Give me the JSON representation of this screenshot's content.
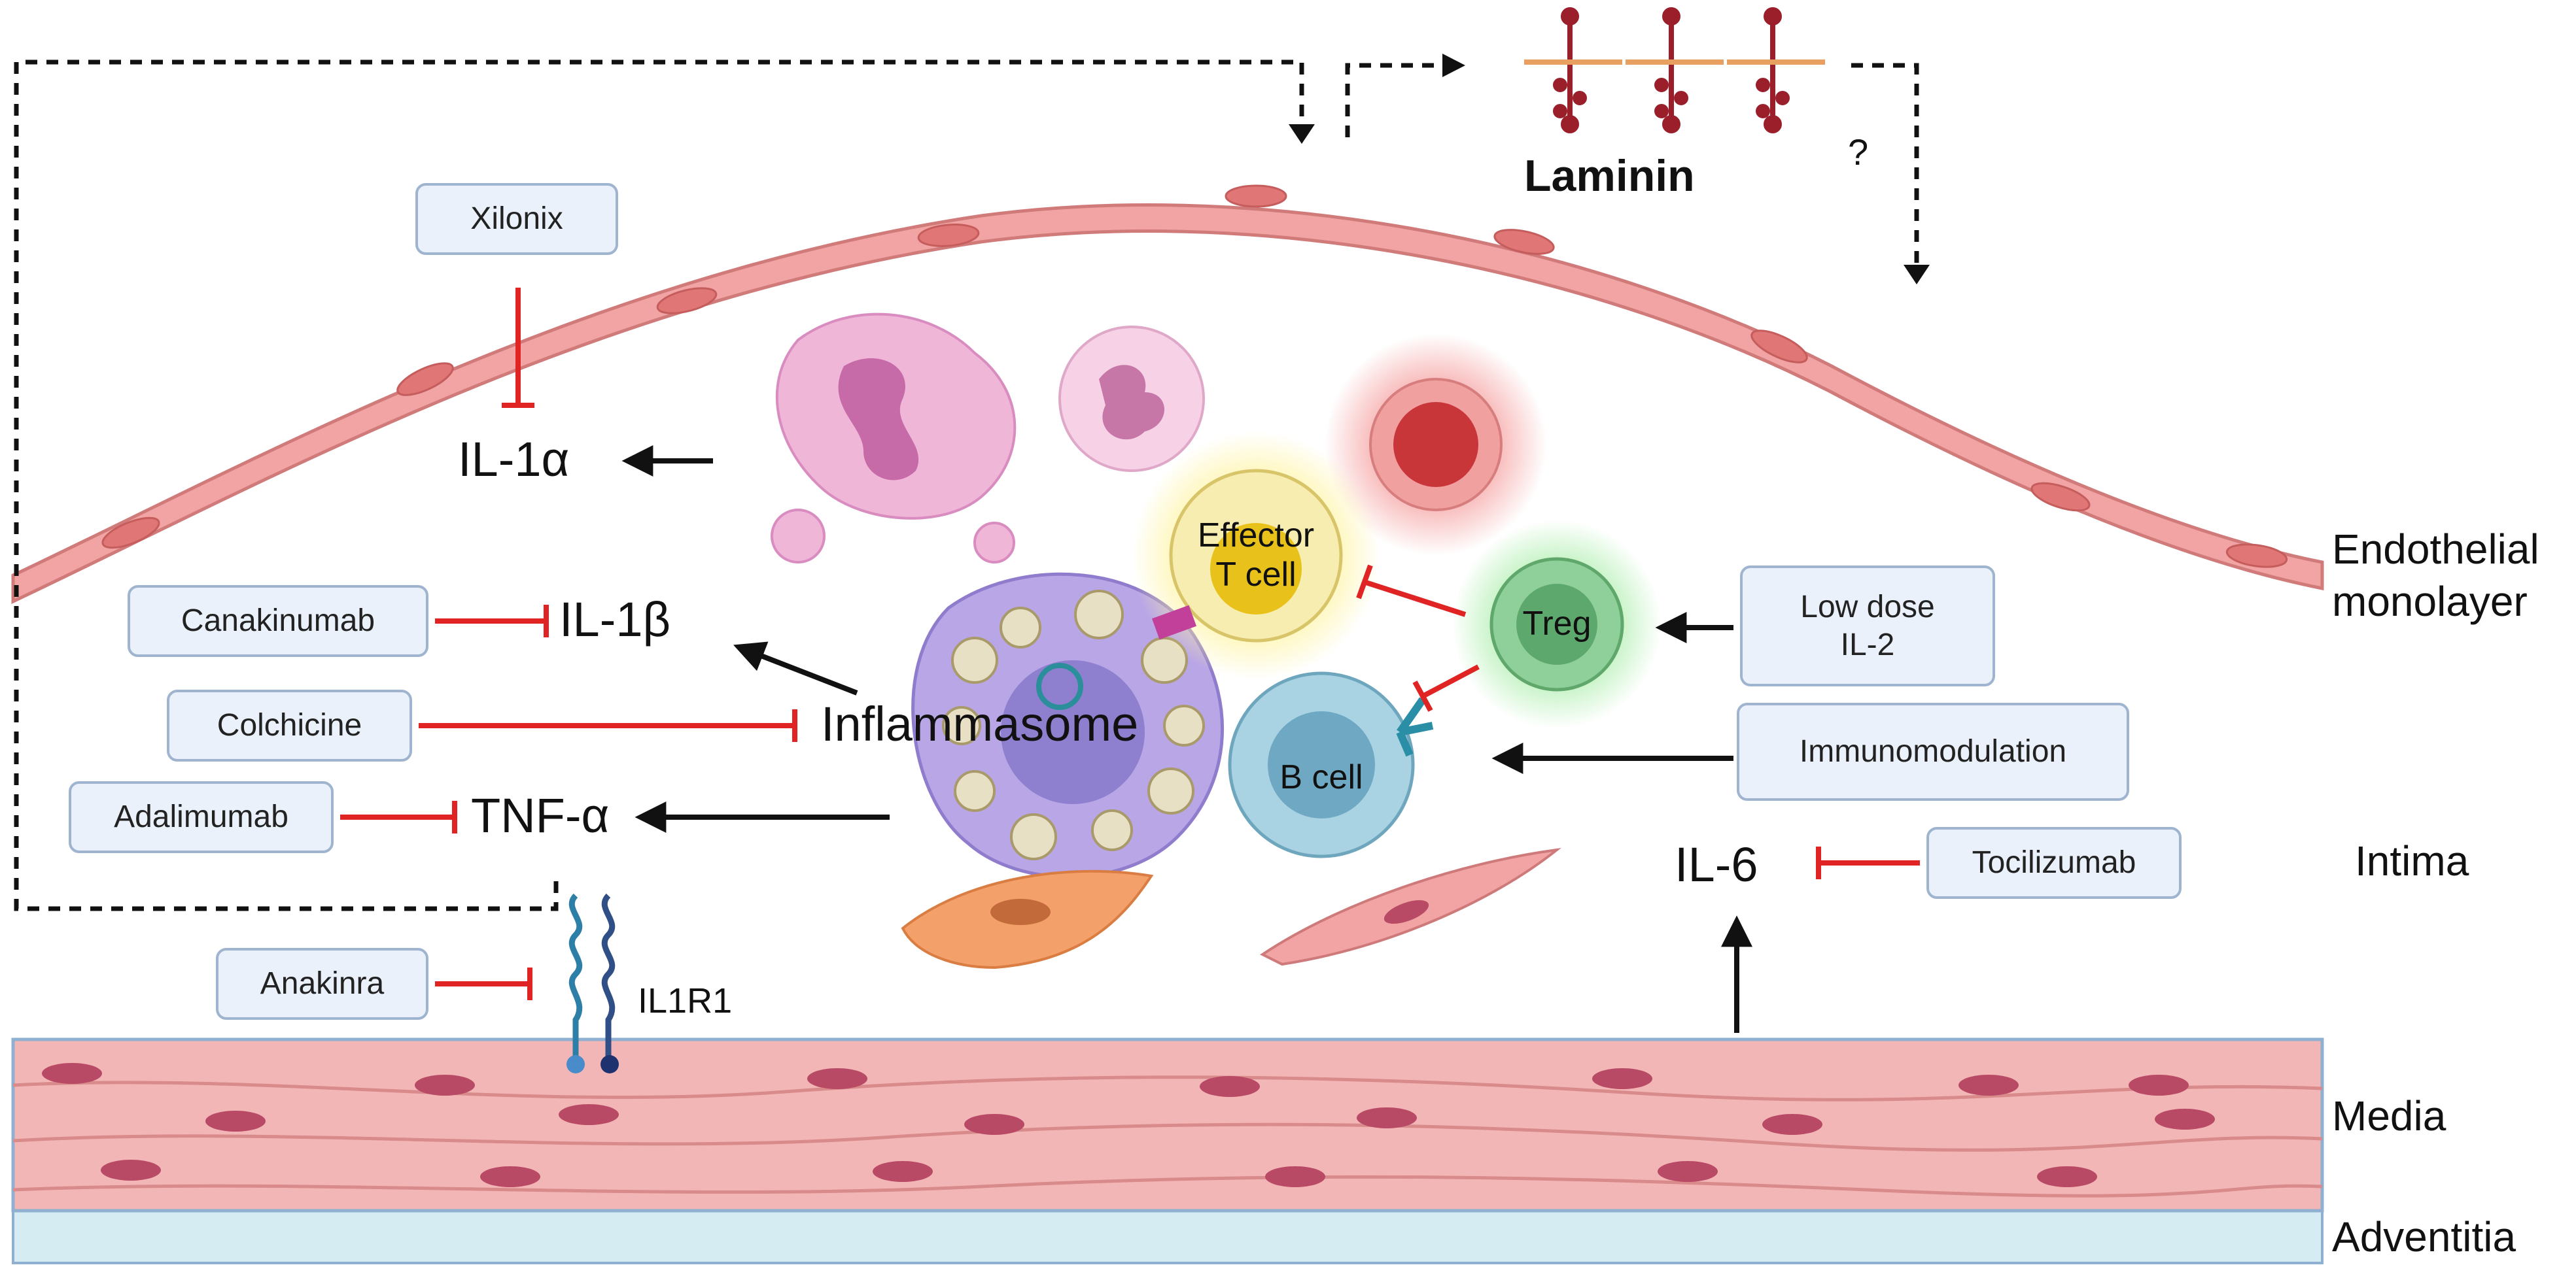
{
  "labels": {
    "laminin": "Laminin",
    "question": "?",
    "il1a": "IL-1α",
    "il1b": "IL-1β",
    "inflammasome": "Inflammasome",
    "tnfa": "TNF-α",
    "il6": "IL-6",
    "il1r1": "IL1R1",
    "effector_t": "Effector\nT cell",
    "treg": "Treg",
    "b_cell": "B cell"
  },
  "drugs": {
    "xilonix": "Xilonix",
    "canakinumab": "Canakinumab",
    "colchicine": "Colchicine",
    "adalimumab": "Adalimumab",
    "anakinra": "Anakinra",
    "low_dose_il2": "Low dose\nIL-2",
    "immunomodulation": "Immunomodulation",
    "tocilizumab": "Tocilizumab"
  },
  "layers": {
    "endothelial": "Endothelial\nmonolayer",
    "intima": "Intima",
    "media": "Media",
    "adventitia": "Adventitia"
  },
  "colors": {
    "inhibit": "#e02424",
    "activate": "#111111",
    "endothelium": "#f2a4a4",
    "media": "#f3b6b6",
    "adventitia": "#d6ecf3",
    "box_fill": "#eaf1fa",
    "box_border": "#9fb4cf"
  }
}
